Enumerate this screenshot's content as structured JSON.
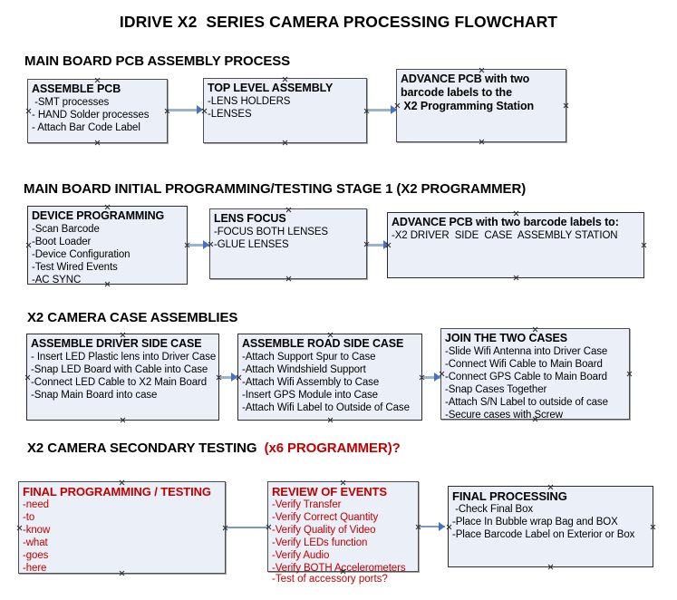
{
  "document": {
    "title": "IDRIVE X2  SERIES CAMERA PROCESSING FLOWCHART"
  },
  "sections": [
    {
      "id": "main-board-pcb-assembly",
      "heading": "MAIN BOARD PCB ASSEMBLY PROCESS",
      "heading_red": "",
      "heading_suffix": ""
    },
    {
      "id": "main-board-initial-programming",
      "heading": "MAIN BOARD INITIAL PROGRAMMING/TESTING STAGE 1 (X2 PROGRAMMER)",
      "heading_red": "",
      "heading_suffix": ""
    },
    {
      "id": "x2-camera-case-assemblies",
      "heading": "X2 CAMERA CASE ASSEMBLIES",
      "heading_red": "",
      "heading_suffix": ""
    },
    {
      "id": "x2-camera-secondary-testing",
      "heading": "X2 CAMERA SECONDARY TESTING  ",
      "heading_red": "(x6 PROGRAMMER)?",
      "heading_suffix": ""
    }
  ],
  "nodes": {
    "assemble_pcb": {
      "title": "ASSEMBLE PCB",
      "lines": [
        " -SMT processes",
        "- HAND Solder processes",
        "- Attach Bar Code Label"
      ]
    },
    "top_level_assembly": {
      "title": "TOP LEVEL ASSEMBLY",
      "lines": [
        "-LENS HOLDERS",
        "-LENSES"
      ]
    },
    "advance_pcb_station": {
      "title": "ADVANCE PCB with two",
      "lines": [
        "barcode labels to the",
        " X2 Programming Station"
      ]
    },
    "device_programming": {
      "title": "DEVICE PROGRAMMING",
      "lines": [
        "-Scan Barcode",
        "-Boot Loader",
        "-Device Configuration",
        "-Test Wired Events",
        "-AC SYNC"
      ]
    },
    "lens_focus": {
      "title": "LENS FOCUS",
      "lines": [
        "-FOCUS BOTH LENSES",
        "-GLUE LENSES"
      ]
    },
    "advance_pcb_driver_case": {
      "title": "ADVANCE PCB with two barcode labels to:",
      "lines": [
        "-X2 DRIVER  SIDE  CASE  ASSEMBLY STATION"
      ]
    },
    "assemble_driver_side_case": {
      "title": "ASSEMBLE DRIVER SIDE CASE",
      "lines": [
        "- Insert LED Plastic lens into Driver Case",
        "-Snap LED Board with Cable into Case",
        "-Connect LED Cable to X2 Main Board",
        "-Snap Main Board into case"
      ]
    },
    "assemble_road_side_case": {
      "title": "ASSEMBLE ROAD SIDE CASE",
      "lines": [
        "-Attach Support Spur to Case",
        "-Attach Windshield Support",
        "-Attach Wifi Assembly to Case",
        "-Insert GPS Module into Case",
        "-Attach Wifi Label to Outside of Case"
      ]
    },
    "join_the_two_cases": {
      "title": "JOIN THE TWO CASES",
      "lines": [
        "-Slide Wifi Antenna into Driver Case",
        "-Connect Wifi Cable to Main Board",
        "-Connect GPS Cable to Main Board",
        "-Snap Cases Together",
        "-Attach S/N Label to outside of case",
        "-Secure cases with Screw"
      ]
    },
    "final_programming_testing": {
      "title": "FINAL PROGRAMMING / TESTING",
      "lines": [
        "-need",
        "-to",
        "-know",
        "-what",
        "-goes",
        "-here"
      ]
    },
    "review_of_events": {
      "title": "REVIEW OF EVENTS",
      "lines": [
        "-Verify Transfer",
        "-Verify Correct Quantity",
        "-Verify Quality of Video",
        "-Verify LEDs function",
        "-Verify Audio",
        "-Verify BOTH Accelerometers"
      ],
      "overflow_line": "-Test of accessory ports?"
    },
    "final_processing": {
      "title": "FINAL PROCESSING",
      "lines": [
        " -Check Final Box",
        "-Place In Bubble wrap Bag and BOX",
        "-Place Barcode Label on Exterior or Box"
      ]
    }
  },
  "colors": {
    "node_fill": "#eaeff8",
    "node_border": "#4d4d4d",
    "connector": "#9bb2cc",
    "arrowhead": "#4472c4",
    "red_text": "#c00000",
    "text": "#000000"
  }
}
